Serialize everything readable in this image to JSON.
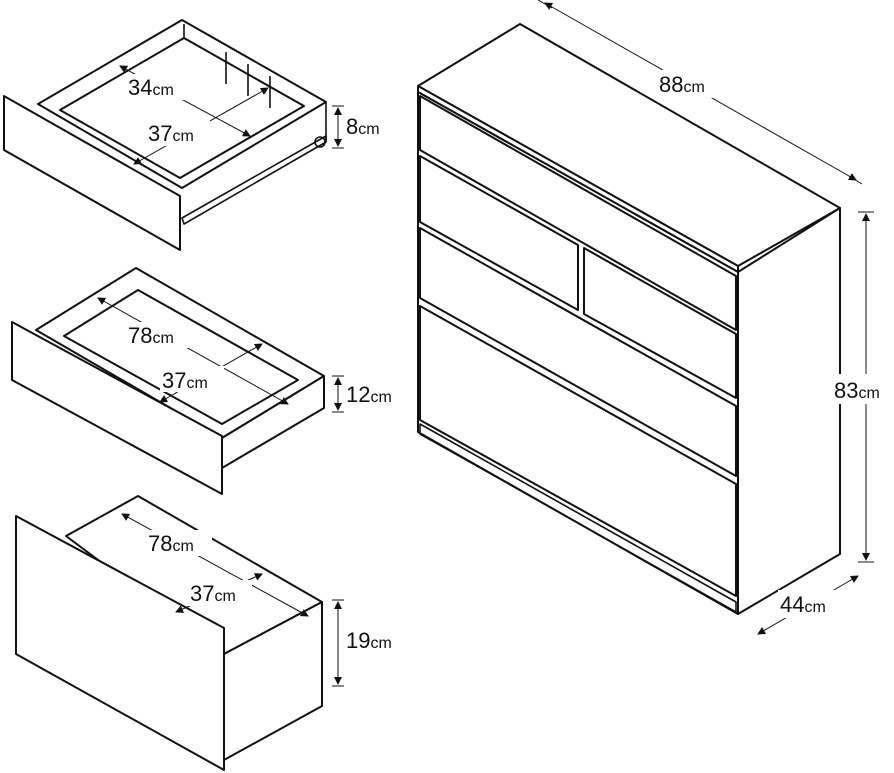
{
  "colors": {
    "line": "#111111",
    "background": "#ffffff"
  },
  "dimensions": {
    "top_drawer": {
      "width": "34",
      "depth": "37",
      "height": "8",
      "unit": "cm"
    },
    "middle_drawer": {
      "width": "78",
      "depth": "37",
      "height": "12",
      "unit": "cm"
    },
    "bottom_drawer": {
      "width": "78",
      "depth": "37",
      "height": "19",
      "unit": "cm"
    },
    "chest": {
      "width": "88",
      "depth": "44",
      "height": "83",
      "unit": "cm"
    }
  }
}
